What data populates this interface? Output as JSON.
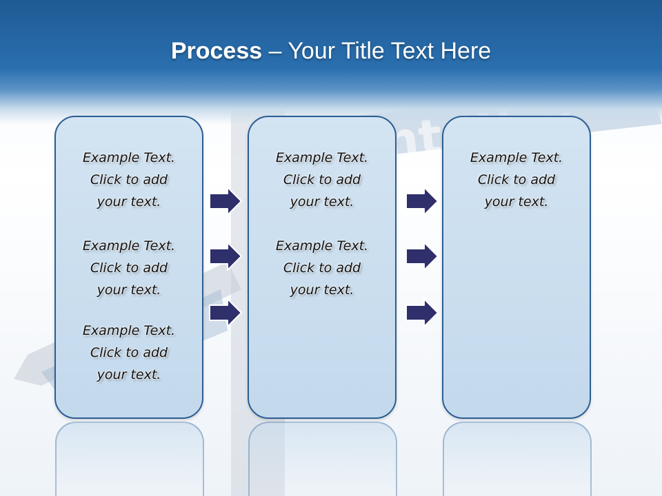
{
  "header": {
    "title_bold": "Process",
    "title_rest": " – Your Title Text Here"
  },
  "colors": {
    "header_blue": "#2a6faf",
    "box_fill": "#c8dcee",
    "box_border": "#2b5d93",
    "arrow_fill": "#2e2f6b"
  },
  "columns": [
    {
      "items": [
        "Example Text.\nClick  to add\nyour text.",
        "Example Text.\nClick  to add\nyour text.",
        "Example Text.\nClick  to add\nyour text."
      ]
    },
    {
      "items": [
        "Example Text.\nClick  to add\nyour text.",
        "Example Text.\nClick  to add\nyour text."
      ]
    },
    {
      "items": [
        "Example Text.\nClick  to add\nyour text."
      ]
    }
  ]
}
